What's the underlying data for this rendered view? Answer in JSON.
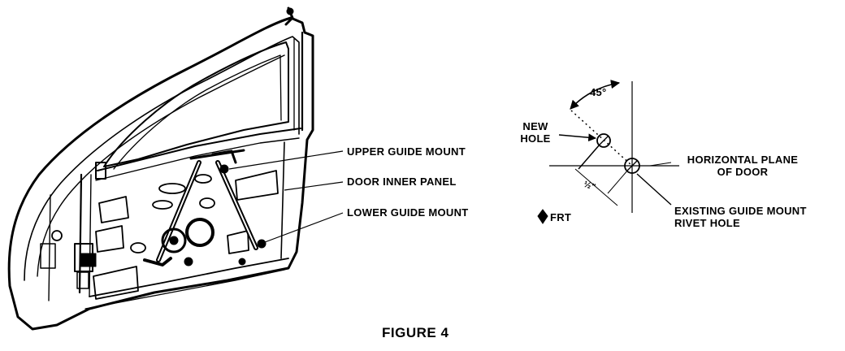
{
  "door_callouts": {
    "upper_guide_mount": "UPPER GUIDE MOUNT",
    "door_inner_panel": "DOOR INNER PANEL",
    "lower_guide_mount": "LOWER GUIDE MOUNT"
  },
  "detail": {
    "angle": "45°",
    "new_hole_line1": "NEW",
    "new_hole_line2": "HOLE",
    "horizontal_plane_line1": "HORIZONTAL PLANE",
    "horizontal_plane_line2": "OF DOOR",
    "offset": "½\"",
    "existing_line1": "EXISTING GUIDE MOUNT",
    "existing_line2": "RIVET HOLE",
    "front_indicator": "FRT"
  },
  "caption": "FIGURE 4"
}
